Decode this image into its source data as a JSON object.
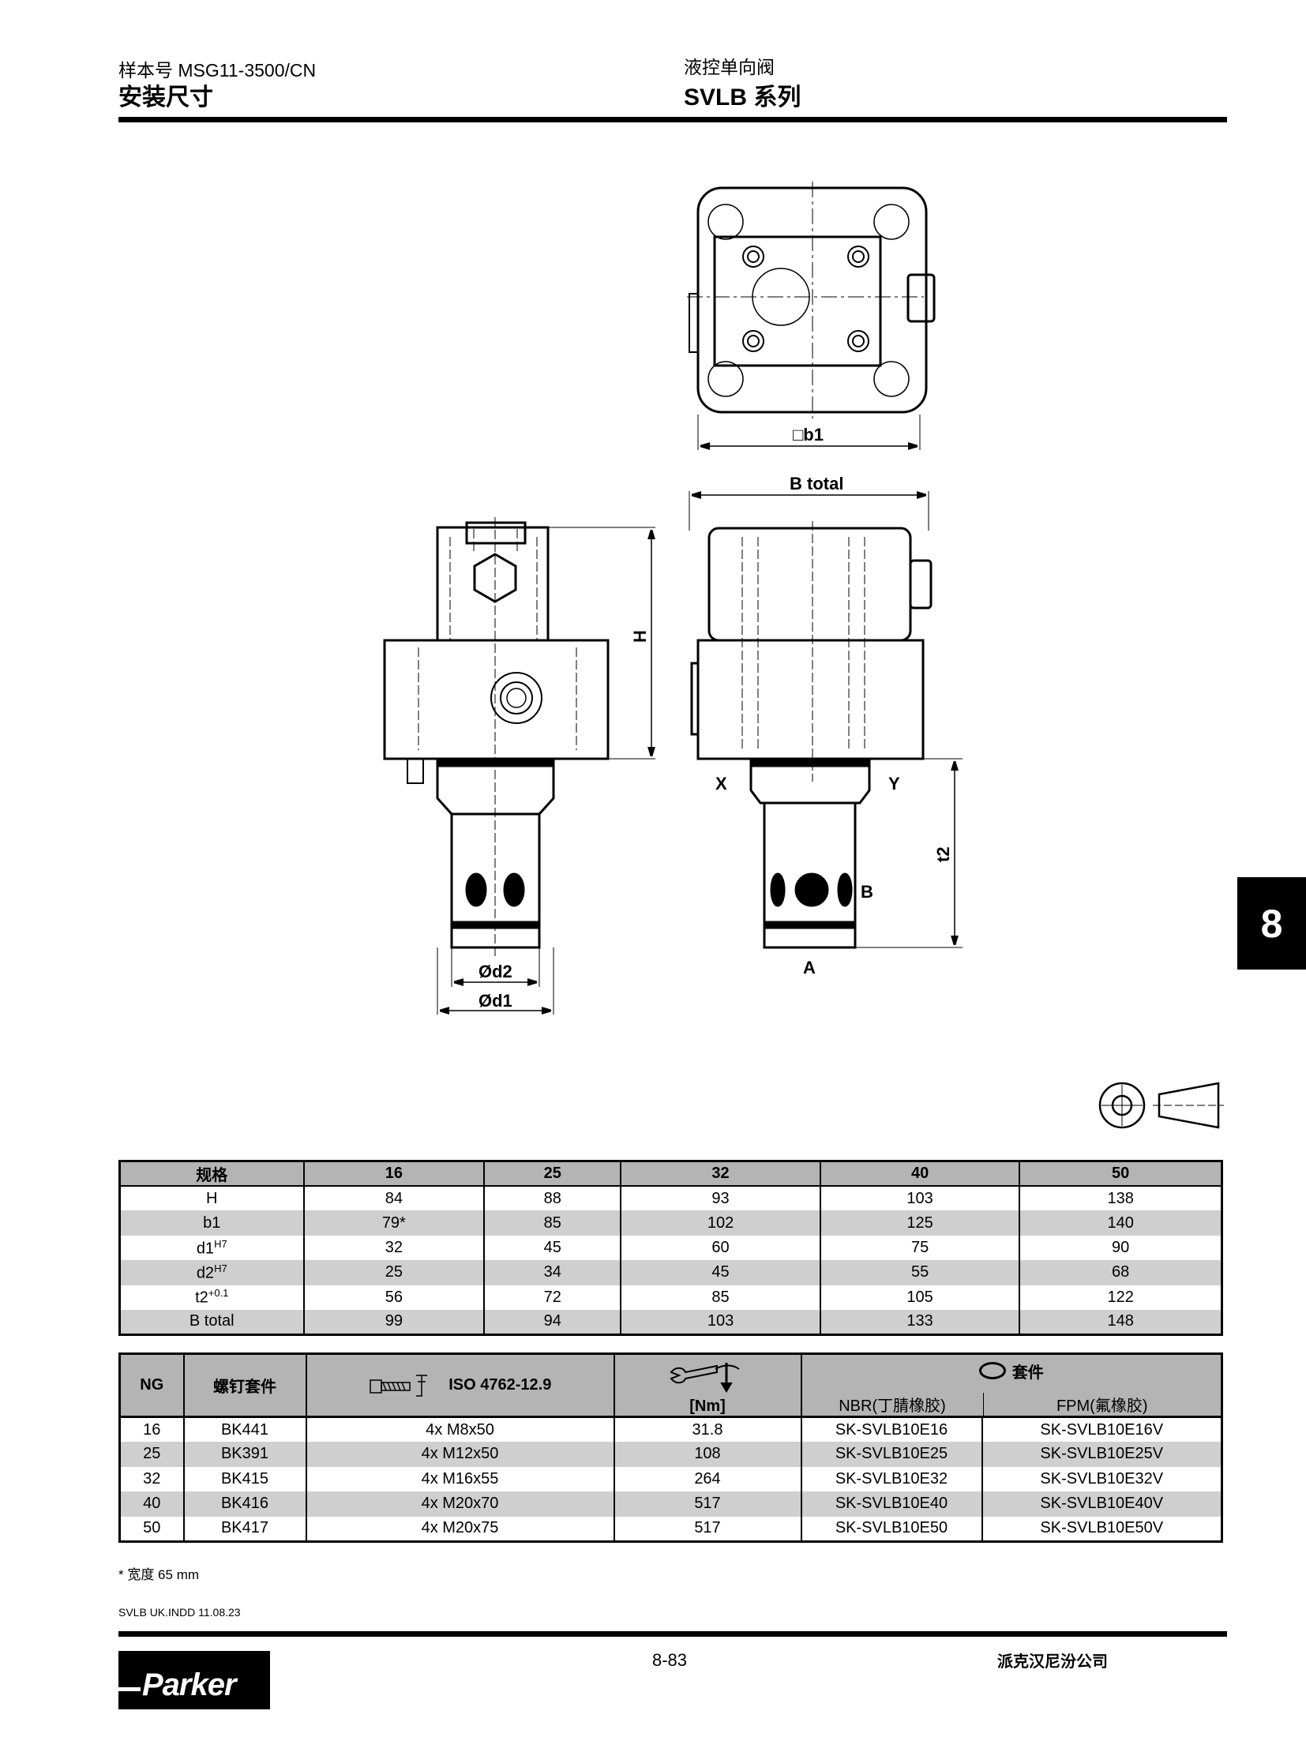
{
  "header": {
    "catalog_no": "样本号 MSG11-3500/CN",
    "section_title": "安装尺寸",
    "product_category": "液控单向阀",
    "series": "SVLB 系列"
  },
  "side_tab": "8",
  "drawing_labels": {
    "b1": "□b1",
    "b_total": "B total",
    "h": "H",
    "t2": "t2",
    "d1": "Ød1",
    "d2": "Ød2",
    "x": "X",
    "y": "Y",
    "a": "A",
    "b": "B"
  },
  "dimensions_table": {
    "headers": [
      "规格",
      "16",
      "25",
      "32",
      "40",
      "50"
    ],
    "rows": [
      {
        "label": "H",
        "sup": "",
        "values": [
          "84",
          "88",
          "93",
          "103",
          "138"
        ]
      },
      {
        "label": "b1",
        "sup": "",
        "values": [
          "79*",
          "85",
          "102",
          "125",
          "140"
        ]
      },
      {
        "label": "d1",
        "sup": "H7",
        "values": [
          "32",
          "45",
          "60",
          "75",
          "90"
        ]
      },
      {
        "label": "d2",
        "sup": "H7",
        "values": [
          "25",
          "34",
          "45",
          "55",
          "68"
        ]
      },
      {
        "label": "t2",
        "sup": "+0.1",
        "values": [
          "56",
          "72",
          "85",
          "105",
          "122"
        ]
      },
      {
        "label": "B total",
        "sup": "",
        "values": [
          "99",
          "94",
          "103",
          "133",
          "148"
        ]
      }
    ]
  },
  "kits_table": {
    "headers": {
      "ng": "NG",
      "bolt_kit": "螺钉套件",
      "iso": "ISO 4762-12.9",
      "torque_unit": "[Nm]",
      "seal_kit": "套件",
      "nbr": "NBR(丁腈橡胶)",
      "fpm": "FPM(氟橡胶)"
    },
    "rows": [
      [
        "16",
        "BK441",
        "4x M8x50",
        "31.8",
        "SK-SVLB10E16",
        "SK-SVLB10E16V"
      ],
      [
        "25",
        "BK391",
        "4x M12x50",
        "108",
        "SK-SVLB10E25",
        "SK-SVLB10E25V"
      ],
      [
        "32",
        "BK415",
        "4x M16x55",
        "264",
        "SK-SVLB10E32",
        "SK-SVLB10E32V"
      ],
      [
        "40",
        "BK416",
        "4x M20x70",
        "517",
        "SK-SVLB10E40",
        "SK-SVLB10E40V"
      ],
      [
        "50",
        "BK417",
        "4x M20x75",
        "517",
        "SK-SVLB10E50",
        "SK-SVLB10E50V"
      ]
    ]
  },
  "footnote": "* 宽度 65 mm",
  "file_ref": "SVLB UK.INDD 11.08.23",
  "footer": {
    "page": "8-83",
    "company": "派克汉尼汾公司",
    "logo": "Parker"
  }
}
